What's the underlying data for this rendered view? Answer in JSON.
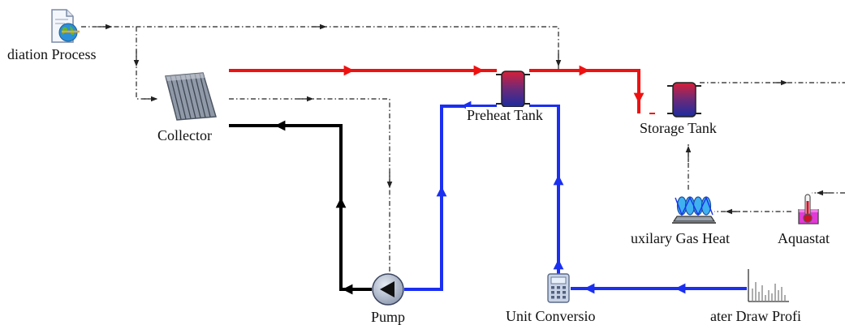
{
  "components": {
    "radiation": {
      "label": "diation Process",
      "icon": "weather-data-file-icon"
    },
    "collector": {
      "label": "Collector",
      "icon": "solar-collector-icon"
    },
    "preheat_tank": {
      "label": "Preheat Tank",
      "icon": "storage-tank-icon"
    },
    "storage_tank": {
      "label": "Storage Tank",
      "icon": "storage-tank-icon"
    },
    "aux_heater": {
      "label": "uxilary Gas Heat",
      "icon": "gas-heater-icon"
    },
    "aquastat": {
      "label": "Aquastat",
      "icon": "thermostat-icon"
    },
    "pump": {
      "label": "Pump",
      "icon": "pump-icon"
    },
    "unit_conversion": {
      "label": "Unit Conversio",
      "icon": "calculator-icon"
    },
    "water_draw": {
      "label": "ater Draw Profi",
      "icon": "bar-chart-icon"
    }
  },
  "colors": {
    "hot_line": "#ee1111",
    "cold_line": "#1a2ff0",
    "return_line": "#000000",
    "control_line": "#222222",
    "tank_top": "#d6203a",
    "tank_bottom": "#1c2ca0"
  }
}
